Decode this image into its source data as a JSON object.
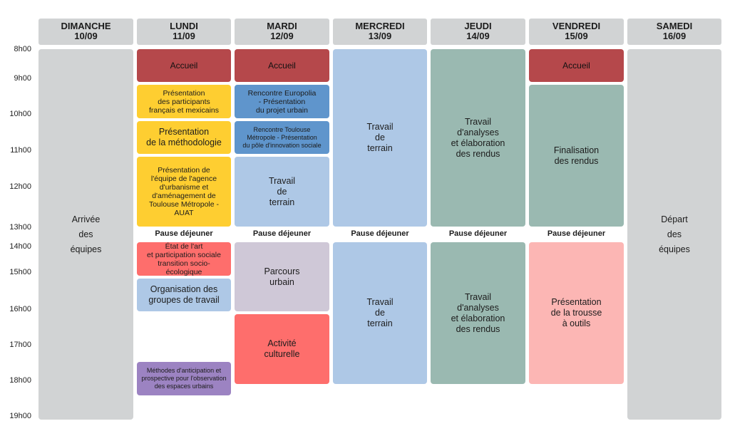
{
  "days": [
    {
      "name": "DIMANCHE",
      "date": "10/09"
    },
    {
      "name": "LUNDI",
      "date": "11/09"
    },
    {
      "name": "MARDI",
      "date": "12/09"
    },
    {
      "name": "MERCREDI",
      "date": "13/09"
    },
    {
      "name": "JEUDI",
      "date": "14/09"
    },
    {
      "name": "VENDREDI",
      "date": "15/09"
    },
    {
      "name": "SAMEDI",
      "date": "16/09"
    }
  ],
  "times": [
    "8h00",
    "9h00",
    "10h00",
    "11h00",
    "12h00",
    "13h00",
    "14h00",
    "15h00",
    "16h00",
    "17h00",
    "18h00",
    "19h00"
  ],
  "pause_label": "Pause déjeuner",
  "colors": {
    "accueil": "#b5484b",
    "yellow": "#fece31",
    "blue": "#5f95cc",
    "light_blue": "#aec8e6",
    "teal": "#9ab9b1",
    "grey": "#d1d3d4",
    "lavender": "#cfc8d7",
    "coral": "#fe6e6c",
    "pink": "#fcb6b4",
    "purple": "#9c83c2"
  },
  "events": {
    "dimanche_arrivee": "Arrivée\ndes\néquipes",
    "lundi_accueil": "Accueil",
    "lundi_presentation_participants": "Présentation\ndes participants\nfrançais et mexicains",
    "lundi_methodologie": "Présentation\nde la méthodologie",
    "lundi_agence": "Présentation de\nl'équipe de l'agence\nd'urbanisme et\nd'aménagement de\nToulouse Métropole -\nAUAT",
    "lundi_etat_art": "État de l'art\net participation sociale\ntransition socio-écologique",
    "lundi_organisation": "Organisation des\ngroupes de travail",
    "lundi_methodes": "Méthodes d'anticipation et\nprospective pour l'observation\ndes espaces urbains",
    "mardi_accueil": "Accueil",
    "mardi_europolia": "Rencontre Europolia\n- Présentation\ndu projet urbain",
    "mardi_toulouse_metropole": "Rencontre Toulouse\nMétropole - Présentation\ndu pôle d'innovation sociale",
    "mardi_travail_terrain": "Travail\nde\nterrain",
    "mardi_parcours": "Parcours\nurbain",
    "mardi_activite": "Activité\nculturelle",
    "mercredi_terrain_am": "Travail\nde\nterrain",
    "mercredi_terrain_pm": "Travail\nde\nterrain",
    "jeudi_analyses_am": "Travail\nd'analyses\net élaboration\ndes rendus",
    "jeudi_analyses_pm": "Travail\nd'analyses\net élaboration\ndes rendus",
    "vendredi_accueil": "Accueil",
    "vendredi_finalisation": "Finalisation\ndes rendus",
    "vendredi_trousse": "Présentation\nde la trousse\nà outils",
    "samedi_depart": "Départ\ndes\néquipes"
  }
}
